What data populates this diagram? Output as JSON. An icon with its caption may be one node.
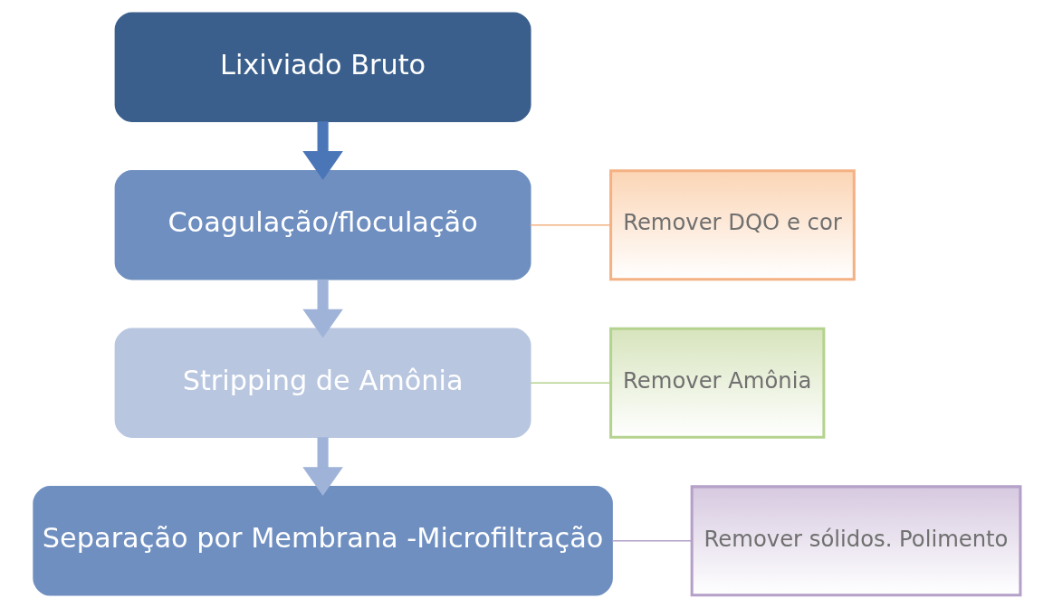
{
  "diagram": {
    "nodes": [
      {
        "text": [
          "Lixiviado Bruto"
        ]
      },
      {
        "text": [
          "Coagulação/floculação"
        ]
      },
      {
        "text": [
          "Stripping de Amônia"
        ]
      },
      {
        "text": [
          "Separação por Membrana -Microfiltração"
        ]
      },
      {
        "text": [
          "Remover DQO e cor"
        ]
      },
      {
        "text": [
          "Remover Amônia"
        ]
      },
      {
        "text": [
          "Remover sólidos. Polimento"
        ]
      }
    ],
    "edges": [
      {
        "from": 0,
        "to": 1,
        "arrow": "to",
        "style": "thick",
        "color": "#4a76b8"
      },
      {
        "from": 1,
        "to": 2,
        "arrow": "to",
        "style": "thick",
        "color": "#9fb3d9"
      },
      {
        "from": 2,
        "to": 3,
        "arrow": "to",
        "style": "thick",
        "color": "#9fb3d9"
      },
      {
        "from": 4,
        "to": 1,
        "arrow": "none",
        "color": "#f4b183"
      },
      {
        "from": 5,
        "to": 2,
        "arrow": "none",
        "color": "#b5d38f"
      },
      {
        "from": 6,
        "to": 3,
        "arrow": "none",
        "color": "#b4a0c8"
      }
    ]
  }
}
